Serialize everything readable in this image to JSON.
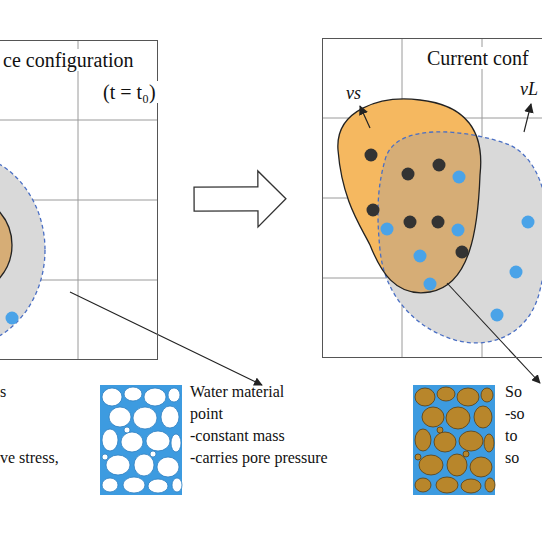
{
  "diagram": {
    "nodes": [
      {
        "text": [
          "ce configuration",
          "(t = t₀)"
        ]
      },
      {
        "text": [
          "Current conf"
        ]
      },
      {
        "text": [
          "Water material point",
          "-constant mass",
          "-carries pore pressure"
        ]
      },
      {
        "text": [
          "So",
          "-so to so"
        ]
      }
    ],
    "edges": [
      {
        "from": 0,
        "to": 1,
        "arrow": "to"
      }
    ],
    "labels": [
      "vs",
      "vL",
      "s",
      "ve stress,"
    ]
  }
}
